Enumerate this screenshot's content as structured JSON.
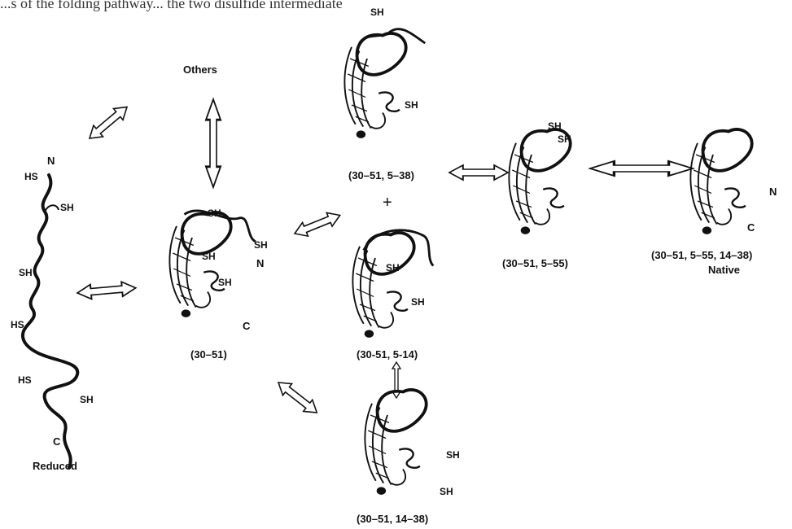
{
  "header_fragment": "...s of the folding pathway...   the   two disulfide   intermediate",
  "others_label": "Others",
  "reduced": {
    "name": "Reduced",
    "n_terminus": "N",
    "c_terminus": "C",
    "thiols": [
      "HS",
      "SH",
      "SH",
      "HS",
      "HS",
      "SH"
    ]
  },
  "intermediate_30_51": {
    "name": "(30–51)",
    "thiols": [
      "SH",
      "SH",
      "SH",
      "SH"
    ],
    "n_terminus": "N",
    "c_terminus": "C"
  },
  "intermediate_30_51_5_38": {
    "name": "(30–51, 5–38)",
    "thiols": [
      "SH",
      "SH"
    ]
  },
  "plus_sign": "+",
  "intermediate_30_51_5_14": {
    "name": "(30-51, 5-14)",
    "thiols": [
      "SH",
      "SH"
    ]
  },
  "intermediate_30_51_14_38": {
    "name": "(30–51, 14–38)",
    "thiols": [
      "SH",
      "SH"
    ]
  },
  "intermediate_30_51_5_55": {
    "name": "(30–51, 5–55)",
    "thiols": [
      "SH",
      "SH"
    ]
  },
  "native": {
    "name": "(30–51, 5–55, 14–38)",
    "state": "Native",
    "n_terminus": "N",
    "c_terminus": "C"
  }
}
